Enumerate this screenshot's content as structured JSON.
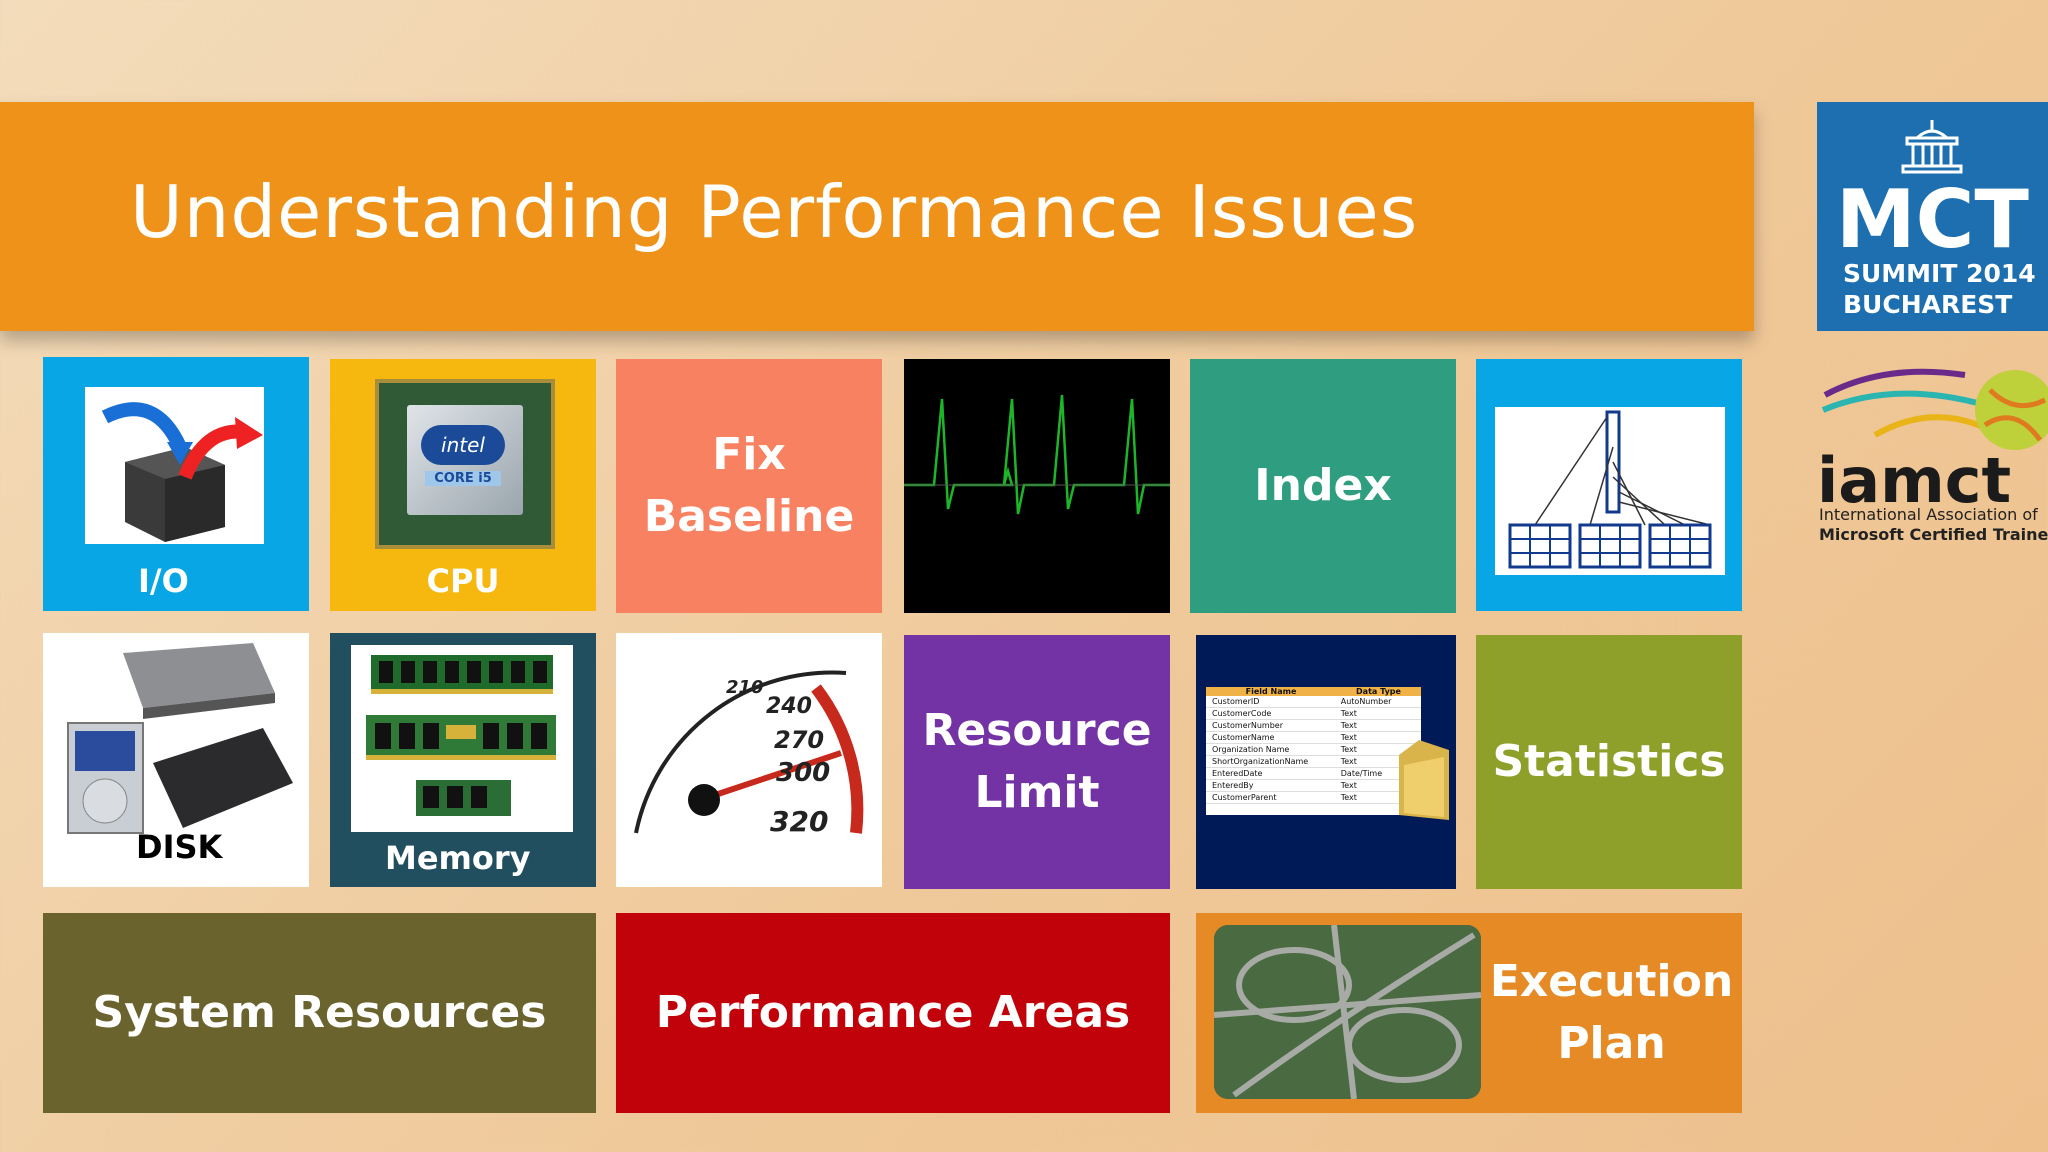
{
  "title": "Understanding Performance Issues",
  "tiles": {
    "io": "I/O",
    "cpu": "CPU",
    "cpu_chip_brand": "intel",
    "cpu_chip_model": "CORE i5",
    "fix_baseline_line1": "Fix",
    "fix_baseline_line2": "Baseline",
    "index": "Index",
    "disk": "DISK",
    "memory": "Memory",
    "speedometer_ticks": [
      "210",
      "240",
      "270",
      "300",
      "320"
    ],
    "resource_limit_line1": "Resource",
    "resource_limit_line2": "Limit",
    "statistics": "Statistics",
    "system_resources": "System Resources",
    "performance_areas": "Performance Areas",
    "execution_plan_line1": "Execution",
    "execution_plan_line2": "Plan"
  },
  "table_screenshot": {
    "headers": [
      "Field Name",
      "Data Type"
    ],
    "rows": [
      [
        "CustomerID",
        "AutoNumber"
      ],
      [
        "CustomerCode",
        "Text"
      ],
      [
        "CustomerNumber",
        "Text"
      ],
      [
        "CustomerName",
        "Text"
      ],
      [
        "Organization Name",
        "Text"
      ],
      [
        "ShortOrganizationName",
        "Text"
      ],
      [
        "EnteredDate",
        "Date/Time"
      ],
      [
        "EnteredBy",
        "Text"
      ],
      [
        "CustomerParent",
        "Text"
      ]
    ]
  },
  "logos": {
    "mct_line1": "MCT",
    "mct_line2": "SUMMIT 2014",
    "mct_line3": "BUCHAREST",
    "iamct_name": "iamct",
    "iamct_line1": "International Association of",
    "iamct_line2": "Microsoft Certified Trainers"
  },
  "colors": {
    "title_bar": "#ef921a",
    "io": "#08a6e4",
    "cpu": "#f6b80e",
    "fix_baseline": "#f78160",
    "index": "#2f9e80",
    "statistics_bg": "#8fa02a",
    "memory": "#224f5f",
    "resource_limit": "#7333a5",
    "system_resources": "#6b632e",
    "performance_areas": "#c1020a",
    "execution_plan": "#e58a25"
  }
}
